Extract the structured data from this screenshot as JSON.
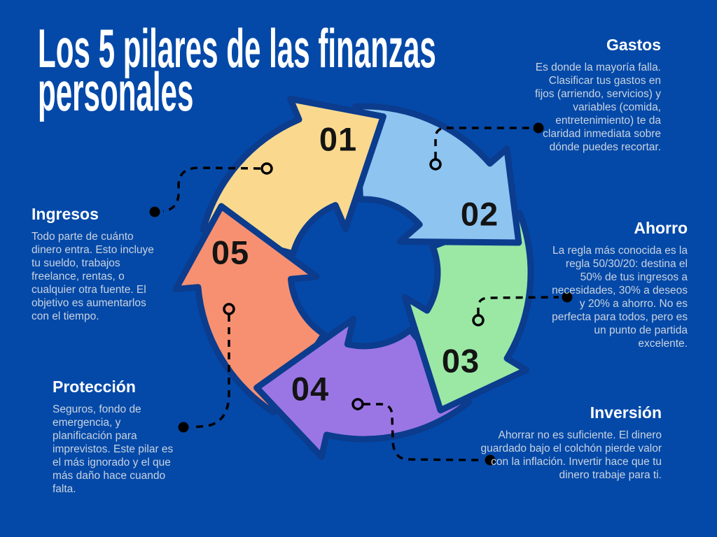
{
  "title": {
    "line1": "Los 5 pilares de las finanzas",
    "line2": "personales"
  },
  "pillars": [
    {
      "number": "01",
      "name": "Ingresos",
      "description": "Todo parte de cuánto dinero entra. Esto incluye tu sueldo, trabajos freelance, rentas, o cualquier otra fuente. El objetivo es aumentarlos con el tiempo.",
      "color": "#FAD98F"
    },
    {
      "number": "02",
      "name": "Gastos",
      "description": "Es donde la mayoría falla. Clasificar tus gastos en fijos (arriendo, servicios) y variables (comida, entretenimiento) te da claridad inmediata sobre dónde puedes recortar.",
      "color": "#8EC4F0"
    },
    {
      "number": "03",
      "name": "Ahorro",
      "description": "La regla más conocida es la regla 50/30/20: destina el 50% de tus ingresos a necesidades, 30% a deseos y 20% a ahorro. No es perfecta para todos, pero es un punto de partida excelente.",
      "color": "#9BE8A5"
    },
    {
      "number": "04",
      "name": "Inversión",
      "description": "Ahorrar no es suficiente. El dinero guardado bajo el colchón pierde valor con la inflación. Invertir hace que tu dinero trabaje para ti.",
      "color": "#9A76E5"
    },
    {
      "number": "05",
      "name": "Protección",
      "description": "Seguros, fondo de emergencia, y planificación para imprevistos. Este pilar es el más ignorado y el que más daño hace cuando falta.",
      "color": "#F79071"
    }
  ],
  "colors": {
    "background": "#0449A8",
    "arrow_outline": "#0B3C8D",
    "heading_text": "#FFFFFF",
    "body_text": "#C9D3E0",
    "number_text": "#141414",
    "connector": "#000000"
  }
}
